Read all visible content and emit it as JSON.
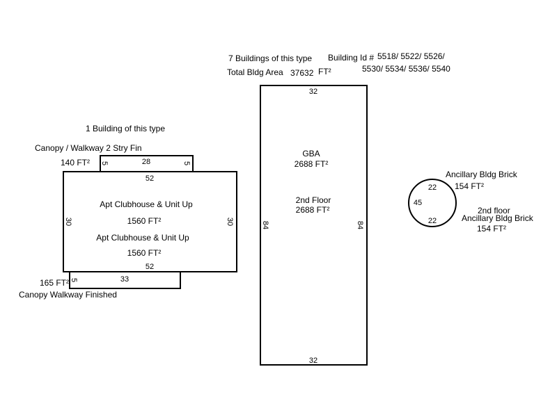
{
  "left_group": {
    "count_label": "1 Building of this type",
    "top_canopy": {
      "name": "Canopy / Walkway 2 Stry Fin",
      "area": "140 FT²",
      "dims": {
        "top": "28",
        "left": "5",
        "right": "5"
      }
    },
    "main": {
      "name1": "Apt Clubhouse & Unit Up",
      "area1": "1560 FT²",
      "name2": "Apt Clubhouse & Unit Up",
      "area2": "1560 FT²",
      "dims": {
        "top": "52",
        "bottom": "52",
        "left": "30",
        "right": "30"
      }
    },
    "bottom_canopy": {
      "name": "Canopy Walkway Finished",
      "area": "165 FT²",
      "dims": {
        "top": "33",
        "left": "5"
      }
    }
  },
  "center_group": {
    "count_label": "7 Buildings of this type",
    "total_label": "Total Bldg Area",
    "total_value": "37632",
    "total_unit": "FT²",
    "building_id_label": "Building Id #",
    "building_ids_line1": "5518/ 5522/ 5526/",
    "building_ids_line2": "5530/ 5534/ 5536/ 5540",
    "gba_label": "GBA",
    "gba_area": "2688 FT²",
    "floor2_label": "2nd Floor",
    "floor2_area": "2688 FT²",
    "dims": {
      "top": "32",
      "bottom": "32",
      "left": "84",
      "right": "84"
    }
  },
  "right_group": {
    "name1": "Ancillary Bldg  Brick",
    "area1": "154 FT²",
    "floor_label": "2nd floor",
    "name2": "Ancillary Bldg  Brick",
    "area2": "154 FT²",
    "dims": {
      "top": "22",
      "bottom": "22",
      "left": "45"
    }
  }
}
